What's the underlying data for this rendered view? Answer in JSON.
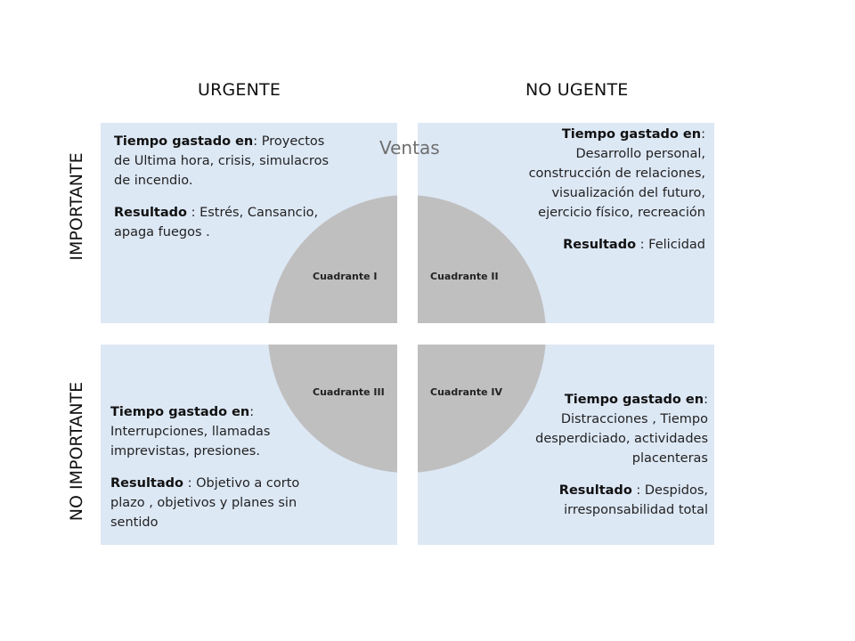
{
  "headers": {
    "urgent": "URGENTE",
    "not_urgent": "NO UGENTE"
  },
  "side_labels": {
    "important": "IMPORTANTE",
    "not_important": "NO IMPORTANTE"
  },
  "center_title": "Ventas",
  "colors": {
    "panel": "#dde8f5",
    "circle": "#bfbfbf",
    "divider": "#ffffff"
  },
  "quadrants": [
    {
      "label": "Cuadrante I",
      "time_label": "Tiempo gastado en",
      "time_text": ": Proyectos de Ultima hora, crisis, simulacros de incendio.",
      "result_label": "Resultado",
      "result_text": " : Estrés, Cansancio, apaga fuegos ."
    },
    {
      "label": "Cuadrante II",
      "time_label": "Tiempo gastado en",
      "time_text": ": Desarrollo personal, construcción de relaciones, visualización del futuro, ejercicio físico, recreación",
      "result_label": "Resultado",
      "result_text": " : Felicidad"
    },
    {
      "label": "Cuadrante III",
      "time_label": "Tiempo gastado en",
      "time_text": ": Interrupciones, llamadas imprevistas, presiones.",
      "result_label": "Resultado",
      "result_text": " : Objetivo a corto plazo , objetivos y planes sin sentido"
    },
    {
      "label": "Cuadrante IV",
      "time_label": "Tiempo gastado en",
      "time_text": ": Distracciones , Tiempo desperdiciado, actividades placenteras",
      "result_label": "Resultado",
      "result_text": " : Despidos, irresponsabilidad total"
    }
  ]
}
